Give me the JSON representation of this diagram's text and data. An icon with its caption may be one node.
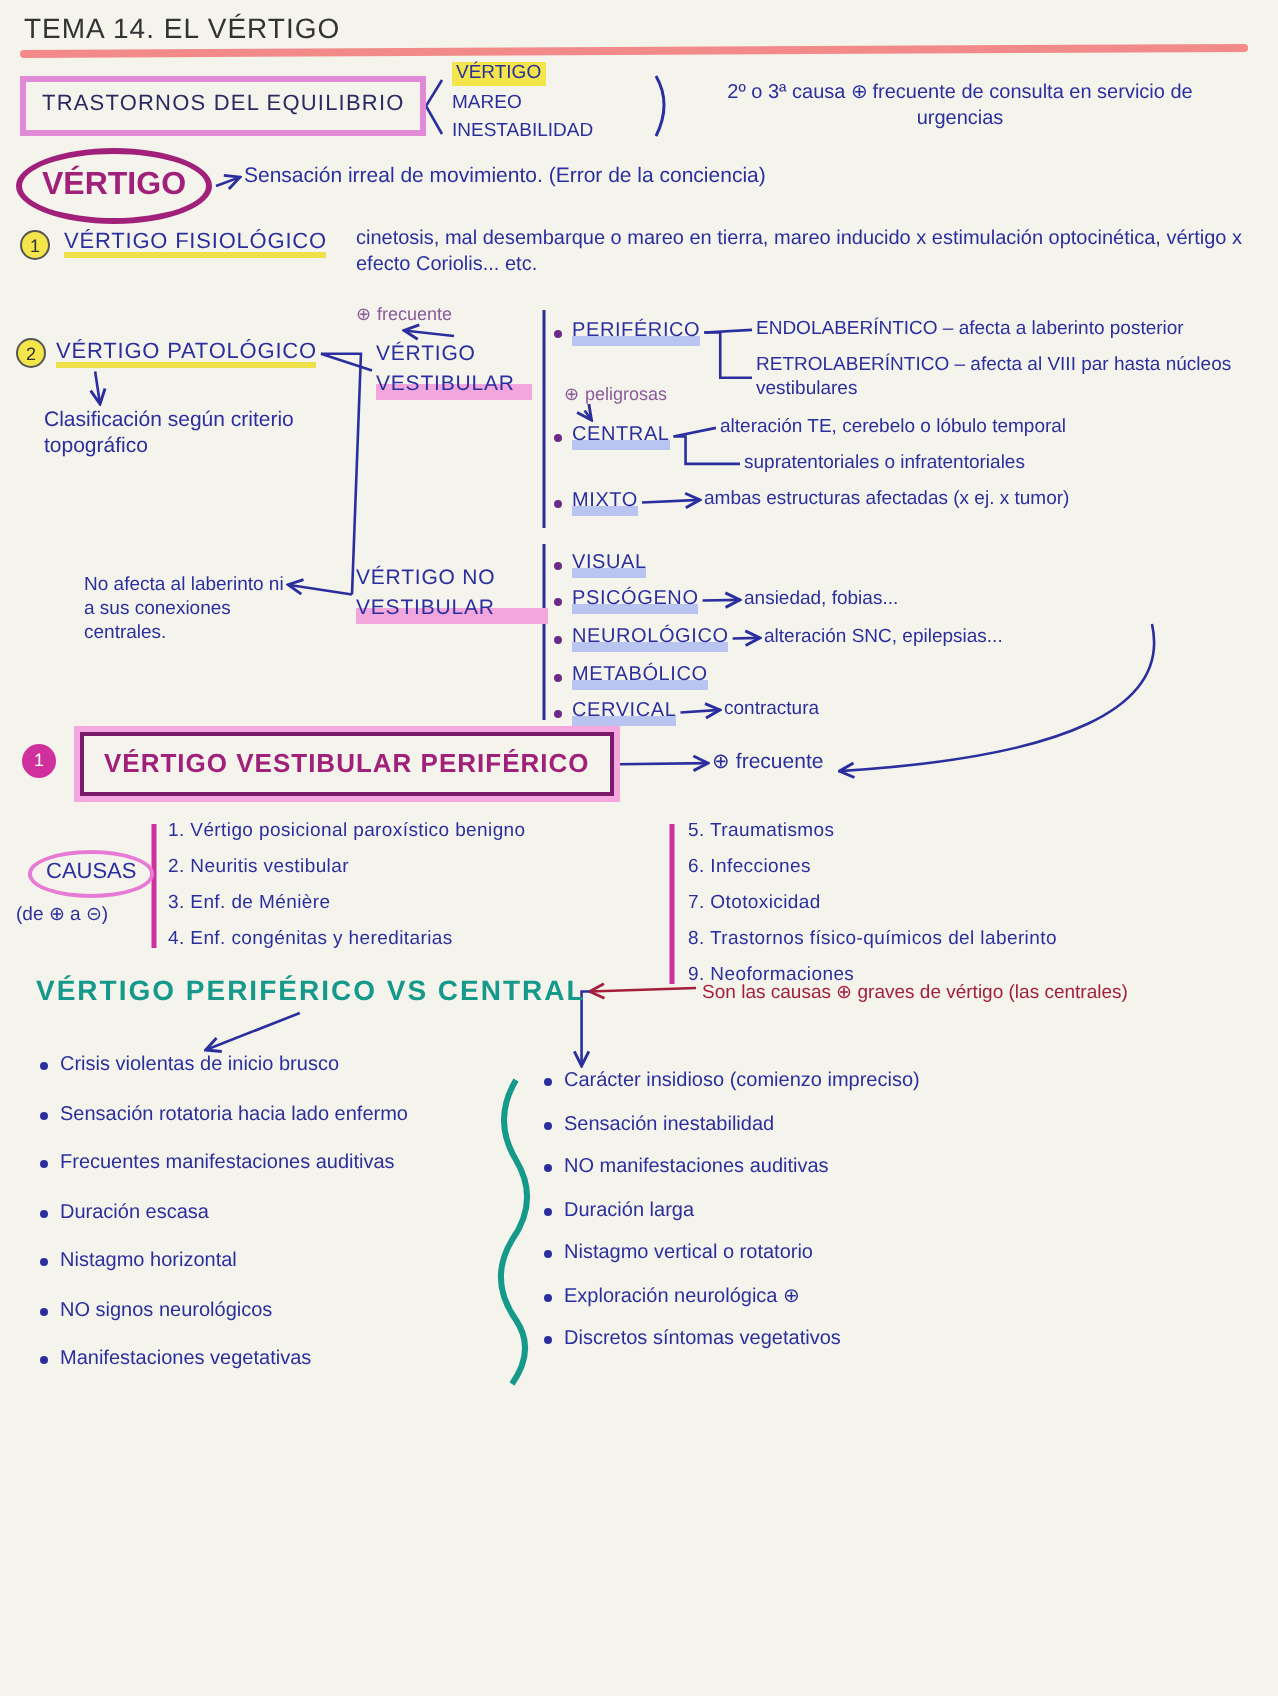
{
  "diagram": {
    "title": "TEMA 14. EL VÉRTIGO",
    "nodes": [
      {
        "text": [
          "TRASTORNOS DEL EQUILIBRIO"
        ]
      },
      {
        "text": [
          "VÉRTIGO"
        ]
      },
      {
        "text": [
          "Sensación irreal de movimiento. (Error de la conciencia)"
        ]
      },
      {
        "text": [
          "VÉRTIGO FISIOLÓGICO"
        ]
      },
      {
        "text": [
          "VÉRTIGO PATOLÓGICO"
        ]
      },
      {
        "text": [
          "Clasificación según criterio topográfico"
        ]
      },
      {
        "text": [
          "VÉRTIGO VESTIBULAR"
        ]
      },
      {
        "text": [
          "⊕ frecuente"
        ]
      },
      {
        "text": [
          "PERIFÉRICO"
        ]
      },
      {
        "text": [
          "ENDOLABERÍNTICO – afecta a laberinto posterior"
        ]
      },
      {
        "text": [
          "RETROLABERÍNTICO – afecta al VIII par hasta núcleos vestibulares"
        ]
      },
      {
        "text": [
          "⊕ peligrosas"
        ]
      },
      {
        "text": [
          "CENTRAL"
        ]
      },
      {
        "text": [
          "alteración TE, cerebelo o lóbulo temporal"
        ]
      },
      {
        "text": [
          "supratentoriales o infratentoriales"
        ]
      },
      {
        "text": [
          "MIXTO"
        ]
      },
      {
        "text": [
          "ambas estructuras afectadas (x ej. x tumor)"
        ]
      },
      {
        "text": [
          "VÉRTIGO NO VESTIBULAR"
        ]
      },
      {
        "text": [
          "No afecta al laberinto ni a sus conexiones centrales."
        ]
      },
      {
        "text": [
          "VISUAL"
        ]
      },
      {
        "text": [
          "PSICÓGENO"
        ]
      },
      {
        "text": [
          "ansiedad, fobias..."
        ]
      },
      {
        "text": [
          "NEUROLÓGICO"
        ]
      },
      {
        "text": [
          "alteración SNC, epilepsias..."
        ]
      },
      {
        "text": [
          "METABÓLICO"
        ]
      },
      {
        "text": [
          "CERVICAL"
        ]
      },
      {
        "text": [
          "contractura"
        ]
      },
      {
        "text": [
          "VÉRTIGO VESTIBULAR PERIFÉRICO"
        ]
      },
      {
        "text": [
          "⊕ frecuente"
        ]
      },
      {
        "text": [
          "CAUSAS"
        ],
        "beside": [
          "(de ⊕ a ⊝)"
        ]
      },
      {
        "text": [
          "VÉRTIGO PERIFÉRICO VS CENTRAL"
        ]
      },
      {
        "text": [
          "Son las causas ⊕ graves de vértigo (las centrales)"
        ]
      },
      {
        "text": [
          "Crisis violentas de inicio brusco",
          "Sensación rotatoria hacia lado enfermo",
          "Frecuentes manifestaciones auditivas",
          "Duración escasa",
          "Nistagmo horizontal",
          "NO signos neurológicos",
          "Manifestaciones vegetativas"
        ]
      },
      {
        "text": [
          "Carácter insidioso (comienzo impreciso)",
          "Sensación inestabilidad",
          "NO manifestaciones auditivas",
          "Duración larga",
          "Nistagmo vertical o rotatorio",
          "Exploración neurológica ⊕",
          "Discretos síntomas vegetativos"
        ]
      }
    ],
    "edges": [
      {
        "from": 1,
        "to": 2,
        "arrow": "to"
      },
      {
        "from": 4,
        "to": 5,
        "arrow": "to"
      },
      {
        "from": 4,
        "to": 6,
        "arrow": "none"
      },
      {
        "from": 4,
        "to": 17,
        "arrow": "none"
      },
      {
        "from": 6,
        "to": 7,
        "arrow": "to"
      },
      {
        "from": 8,
        "to": 9,
        "arrow": "none"
      },
      {
        "from": 8,
        "to": 10,
        "arrow": "none"
      },
      {
        "from": 11,
        "to": 12,
        "arrow": "to"
      },
      {
        "from": 12,
        "to": 13,
        "arrow": "none"
      },
      {
        "from": 12,
        "to": 14,
        "arrow": "none"
      },
      {
        "from": 15,
        "to": 16,
        "arrow": "to"
      },
      {
        "from": 20,
        "to": 21,
        "arrow": "to"
      },
      {
        "from": 22,
        "to": 23,
        "arrow": "to"
      },
      {
        "from": 25,
        "to": 26,
        "arrow": "to"
      },
      {
        "from": 17,
        "to": 18,
        "arrow": "to"
      },
      {
        "from": null,
        "to": 28,
        "arrow": "to"
      },
      {
        "from": 27,
        "to": 28,
        "arrow": "to"
      },
      {
        "from": 31,
        "to": 30,
        "arrow": "to",
        "color": "#a3203a"
      },
      {
        "from": 30,
        "to": 32,
        "arrow": "to"
      },
      {
        "from": 30,
        "to": 33,
        "arrow": "to"
      }
    ],
    "labels": [
      "VÉRTIGO",
      "MAREO",
      "INESTABILIDAD",
      "2º o 3ª causa ⊕ frecuente de consulta en servicio de urgencias",
      "1",
      "cinetosis, mal desembarque o mareo en tierra, mareo inducido x estimulación optocinética, vértigo x efecto Coriolis... etc.",
      "2",
      "1",
      "1. Vértigo posicional paroxístico benigno",
      "2. Neuritis vestibular",
      "3. Enf. de Ménière",
      "4. Enf. congénitas y hereditarias",
      "5. Traumatismos",
      "6. Infecciones",
      "7. Ototoxicidad",
      "8. Trastornos físico-químicos del laberinto",
      "9. Neoformaciones"
    ]
  }
}
